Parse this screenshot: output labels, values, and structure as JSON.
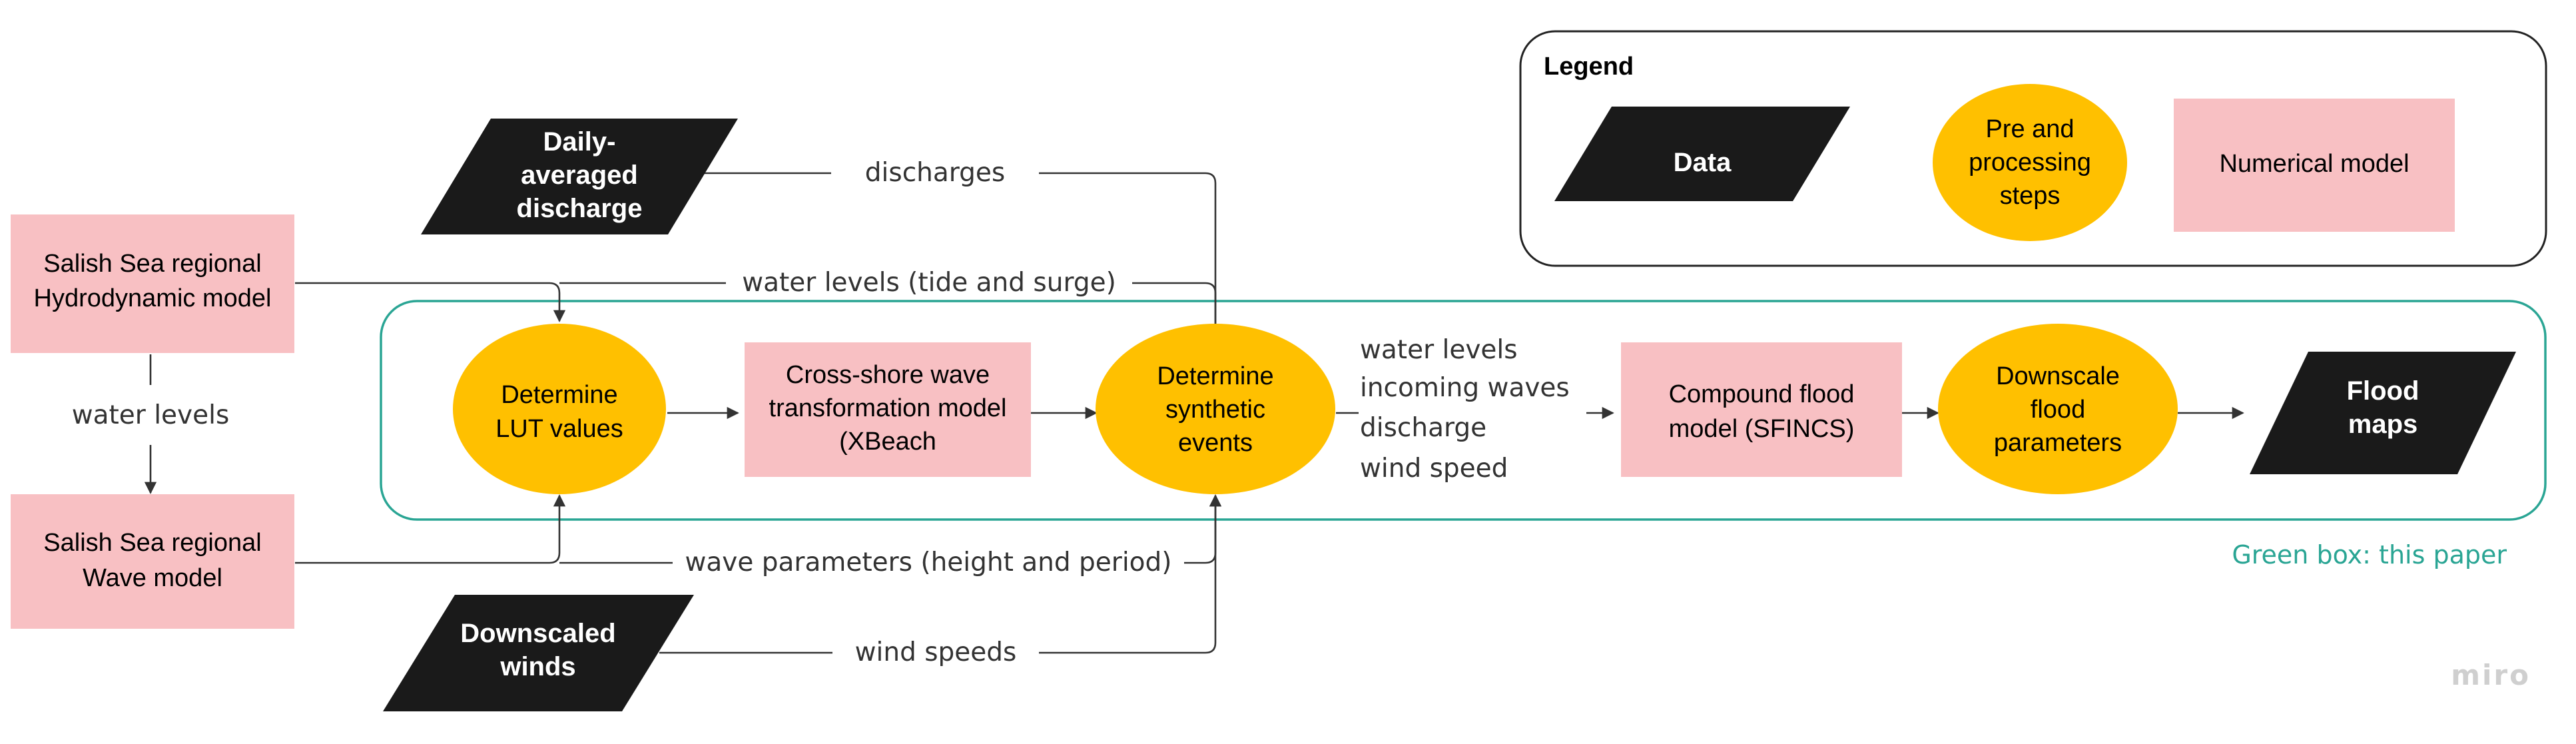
{
  "colors": {
    "data_fill": "#1a1a1a",
    "process_fill": "#ffc000",
    "model_fill": "#f8c0c3",
    "edge": "#333333",
    "green_box": "#2aa594",
    "legend_border": "#222222",
    "watermark": "#cfcfcf"
  },
  "legend": {
    "title": "Legend",
    "data": "Data",
    "process": [
      "Pre and",
      "processing",
      "steps"
    ],
    "model": "Numerical model"
  },
  "nodes": {
    "daily_discharge": [
      "Daily-",
      "averaged",
      "discharge"
    ],
    "hydro_model": [
      "Salish Sea regional",
      "Hydrodynamic model"
    ],
    "wave_model": [
      "Salish Sea regional",
      "Wave model"
    ],
    "downscaled_winds": [
      "Downscaled",
      "winds"
    ],
    "lut_values": [
      "Determine",
      "LUT values"
    ],
    "xbeach": [
      "Cross-shore wave",
      "transformation model",
      "(XBeach"
    ],
    "synthetic_events": [
      "Determine",
      "synthetic",
      "events"
    ],
    "sfincs": [
      "Compound flood",
      "model (SFINCS)"
    ],
    "downscale_params": [
      "Downscale",
      "flood",
      "parameters"
    ],
    "flood_maps": [
      "Flood",
      "maps"
    ]
  },
  "edge_labels": {
    "discharges": "discharges",
    "water_levels_tide": "water levels (tide and surge)",
    "water_levels": "water levels",
    "wave_params": "wave parameters (height and period)",
    "wind_speeds": "wind speeds",
    "outputs": [
      "water levels",
      "incoming waves",
      "discharge",
      "wind speed"
    ]
  },
  "green_box_label": "Green box: this paper",
  "watermark": "miro"
}
